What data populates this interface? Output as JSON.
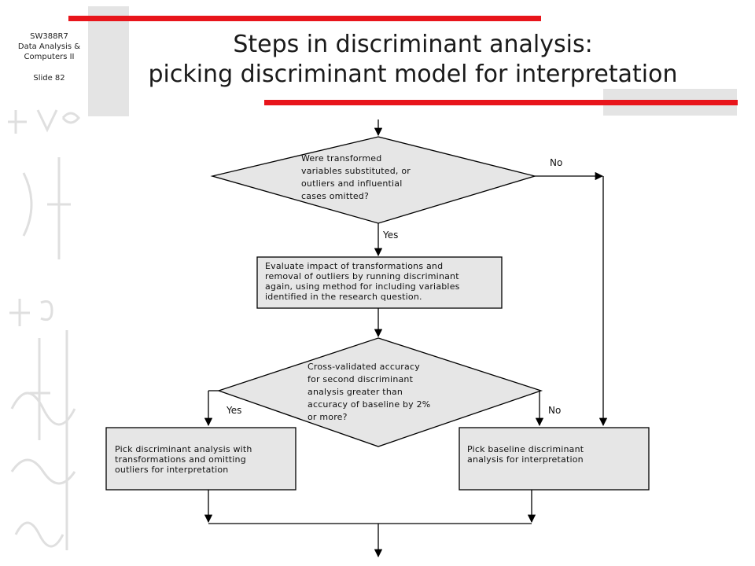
{
  "header": {
    "course_code": "SW388R7",
    "course_line1": "Data Analysis &",
    "course_line2": "Computers II",
    "slide": "Slide 82",
    "title_line1": "Steps in discriminant analysis:",
    "title_line2": "picking discriminant model for interpretation"
  },
  "flowchart": {
    "decision1": {
      "lines": [
        "Were transformed",
        "variables substituted, or",
        "outliers and influential",
        "cases omitted?"
      ]
    },
    "label_no_1": "No",
    "label_yes_1": "Yes",
    "process1": {
      "lines": [
        "Evaluate impact of transformations and",
        "removal of outliers by running discriminant",
        "again, using method for including variables",
        "identified in the research question."
      ]
    },
    "decision2": {
      "lines": [
        "Cross-validated accuracy",
        "for second discriminant",
        "analysis greater than",
        "accuracy of baseline by 2%",
        "or more?"
      ]
    },
    "label_yes_2": "Yes",
    "label_no_2": "No",
    "process_left": {
      "lines": [
        "Pick discriminant analysis with",
        "transformations and omitting",
        "outliers for interpretation"
      ]
    },
    "process_right": {
      "lines": [
        "Pick baseline discriminant",
        "analysis for interpretation"
      ]
    }
  },
  "colors": {
    "accent_red": "#e8151b",
    "shape_fill": "#e6e6e6",
    "line": "#000000"
  }
}
